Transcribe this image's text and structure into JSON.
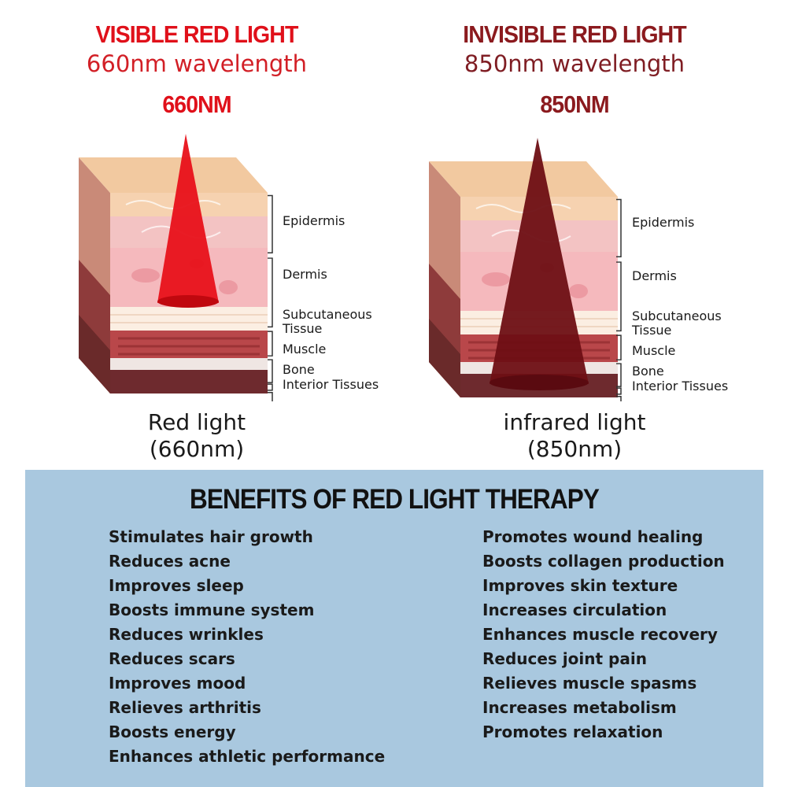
{
  "left": {
    "title": "VISIBLE RED LIGHT",
    "subtitle": "660nm wavelength",
    "nm_label": "660NM",
    "caption_line1": "Red light",
    "caption_line2": "(660nm)",
    "beam_color": "#e8111a"
  },
  "right": {
    "title": "INVISIBLE RED LIGHT",
    "subtitle": "850nm wavelength",
    "nm_label": "850NM",
    "caption_line1": "infrared light",
    "caption_line2": "(850nm)",
    "beam_color": "#6e0f14"
  },
  "layers": {
    "epidermis": "Epidermis",
    "dermis": "Dermis",
    "subcutaneous_1": "Subcutaneous",
    "subcutaneous_2": "Tissue",
    "muscle": "Muscle",
    "bone": "Bone",
    "interior": "Interior Tissues"
  },
  "benefits": {
    "title": "BENEFITS OF RED LIGHT THERAPY",
    "left_items": [
      "Stimulates hair growth",
      "Reduces acne",
      "Improves sleep",
      "Boosts immune system",
      "Reduces wrinkles",
      "Reduces scars",
      "Improves mood",
      "Relieves arthritis",
      "Boosts energy",
      "Enhances athletic performance"
    ],
    "right_items": [
      "Promotes wound healing",
      "Boosts collagen production",
      "Improves skin texture",
      "Increases circulation",
      "Enhances muscle recovery",
      "Reduces joint pain",
      "Relieves muscle spasms",
      "Increases metabolism",
      "Promotes relaxation"
    ]
  },
  "colors": {
    "panel_bg": "#a9c8df",
    "visible_title": "#e0101a",
    "invisible_title": "#8b1a1e"
  }
}
